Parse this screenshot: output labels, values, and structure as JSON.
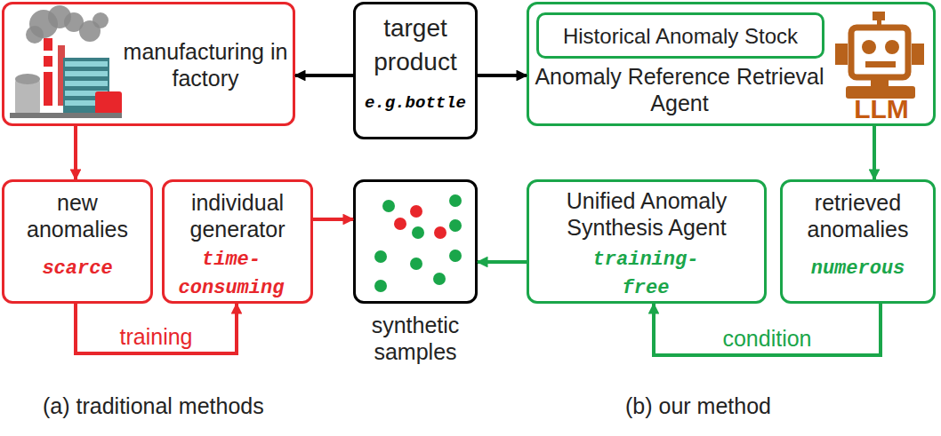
{
  "diagram": {
    "nodes": [
      {
        "text": [
          "manufacturing in factory"
        ]
      },
      {
        "text": [
          "target product",
          "e.g.bottle"
        ]
      },
      {
        "text": [
          "Anomaly Reference Retrieval Agent",
          "LLM"
        ]
      },
      {
        "text": [
          "Historical Anomaly Stock"
        ],
        "in": 2
      },
      {
        "text": [
          "new anomalies",
          "scarce"
        ]
      },
      {
        "text": [
          "individual generator",
          "time-consuming"
        ]
      },
      {
        "text": [
          "synthetic samples"
        ]
      },
      {
        "text": [
          "Unified Anomaly Synthesis Agent",
          "training-free"
        ]
      },
      {
        "text": [
          "retrieved anomalies",
          "numerous"
        ]
      }
    ],
    "edges": [
      {
        "from": 1,
        "to": 0,
        "arrow": "to"
      },
      {
        "from": 1,
        "to": 2,
        "arrow": "to"
      },
      {
        "from": 0,
        "to": 4,
        "arrow": "to"
      },
      {
        "from": 4,
        "to": 5,
        "label": "training",
        "arrow": "to"
      },
      {
        "from": 5,
        "to": 6,
        "arrow": "to"
      },
      {
        "from": 2,
        "to": 8,
        "arrow": "to"
      },
      {
        "from": 8,
        "to": 7,
        "label": "condition",
        "arrow": "to"
      },
      {
        "from": 7,
        "to": 6,
        "arrow": "to"
      }
    ],
    "labels": [
      "(a) traditional methods",
      "(b) our method"
    ]
  }
}
